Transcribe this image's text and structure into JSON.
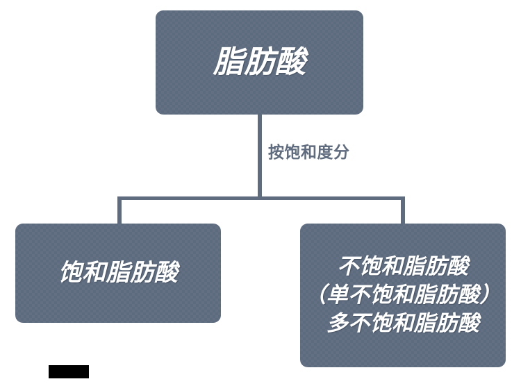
{
  "diagram": {
    "type": "tree-classification",
    "title_node": "脂肪酸",
    "branch_label": "按饱和度分",
    "palette": {
      "node_fill": "#5d6b7f",
      "node_text": "#ffffff",
      "connector": "#5f6b7e",
      "branch_label_color": "#5f6b7e",
      "marker": "#000000",
      "background": "#ffffff"
    },
    "nodes": {
      "root": {
        "id": "fatty-acids",
        "label": "脂肪酸",
        "level": 0
      },
      "saturated": {
        "id": "saturated-fatty-acids",
        "label": "饱和脂肪酸",
        "level": 1
      },
      "unsaturated": {
        "id": "unsaturated-fatty-acids",
        "label": "不饱和脂肪酸\n（单不饱和脂肪酸）\n多不饱和脂肪酸",
        "lines": [
          "不饱和脂肪酸",
          "（单不饱和脂肪酸）",
          "多不饱和脂肪酸"
        ],
        "level": 1
      }
    },
    "edges": [
      {
        "from": "fatty-acids",
        "to": "saturated-fatty-acids",
        "label": "按饱和度分"
      },
      {
        "from": "fatty-acids",
        "to": "unsaturated-fatty-acids",
        "label": "按饱和度分"
      }
    ],
    "marker": {
      "shape": "filled-rectangle",
      "color": "#000000"
    }
  }
}
